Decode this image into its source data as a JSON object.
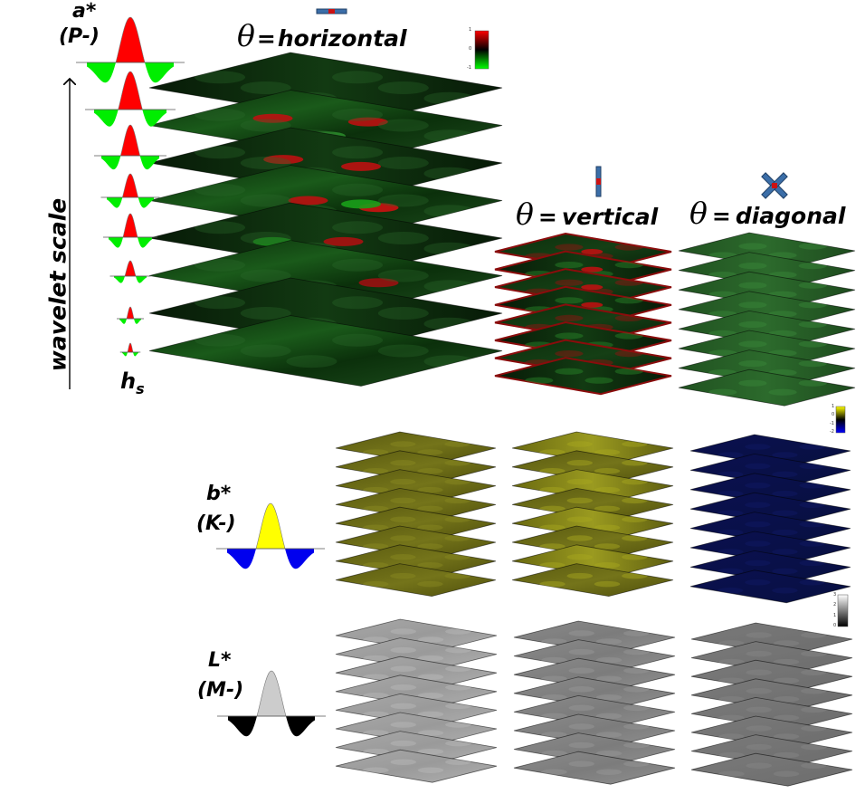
{
  "channels": {
    "a": {
      "name": "a*",
      "cone": "(P-)",
      "lobe_color": "#ff0000",
      "side_color": "#00ee00"
    },
    "b": {
      "name": "b*",
      "cone": "(K-)",
      "lobe_color": "#ffff00",
      "side_color": "#0000ee"
    },
    "l": {
      "name": "L*",
      "cone": "(M-)",
      "lobe_color": "#cccccc",
      "side_color": "#000000"
    }
  },
  "orientations": {
    "horizontal": {
      "symbol": "θ",
      "eq": "=",
      "label": "horizontal"
    },
    "vertical": {
      "symbol": "θ",
      "eq": "=",
      "label": "vertical"
    },
    "diagonal": {
      "symbol": "θ",
      "eq": "=",
      "label": "diagonal"
    }
  },
  "axis": {
    "label": "wavelet scale",
    "end_label": "h",
    "end_sub": "s"
  },
  "colorbars": {
    "a": {
      "ticks": [
        "1",
        "0",
        "-1"
      ],
      "colors": [
        "#ff0000",
        "#000000",
        "#00ff00"
      ]
    },
    "b": {
      "ticks": [
        "1",
        "0",
        "-1",
        "-2"
      ],
      "colors": [
        "#ffff00",
        "#000000",
        "#0000ff"
      ]
    },
    "l": {
      "ticks": [
        "3",
        "2",
        "1",
        "0"
      ],
      "colors": [
        "#ffffff",
        "#000000"
      ]
    }
  },
  "planes_per_stack": 8
}
